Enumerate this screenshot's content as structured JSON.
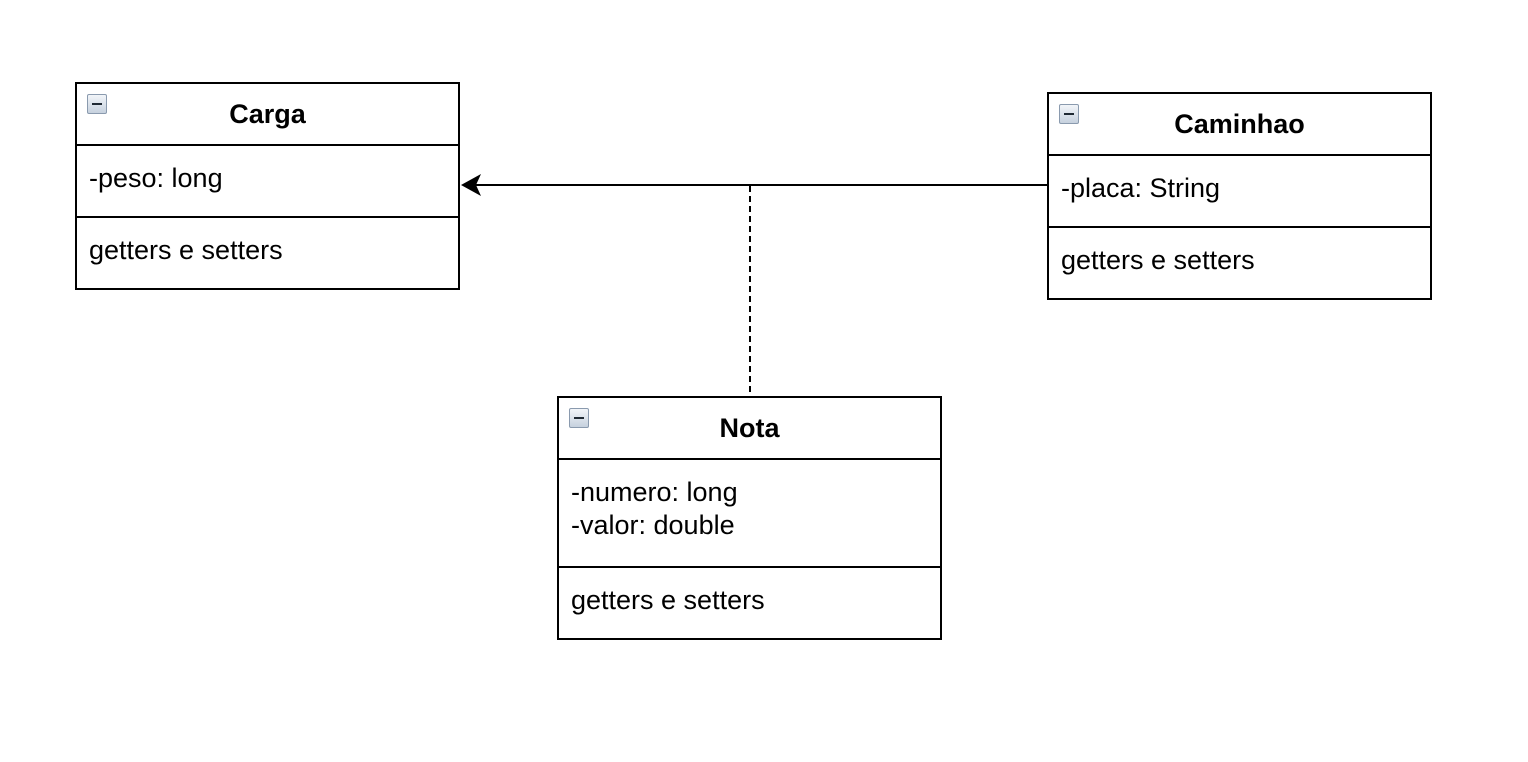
{
  "diagram": {
    "classes": [
      {
        "id": "carga",
        "name": "Carga",
        "attributes": [
          "-peso: long"
        ],
        "methods": [
          "getters e setters"
        ]
      },
      {
        "id": "caminhao",
        "name": "Caminhao",
        "attributes": [
          "-placa: String"
        ],
        "methods": [
          "getters e setters"
        ]
      },
      {
        "id": "nota",
        "name": "Nota",
        "attributes": [
          "-numero: long",
          "-valor: double"
        ],
        "methods": [
          "getters e setters"
        ]
      }
    ],
    "relations": [
      {
        "type": "directed-association",
        "from": "Caminhao",
        "to": "Carga",
        "association_class": "Nota"
      }
    ]
  }
}
